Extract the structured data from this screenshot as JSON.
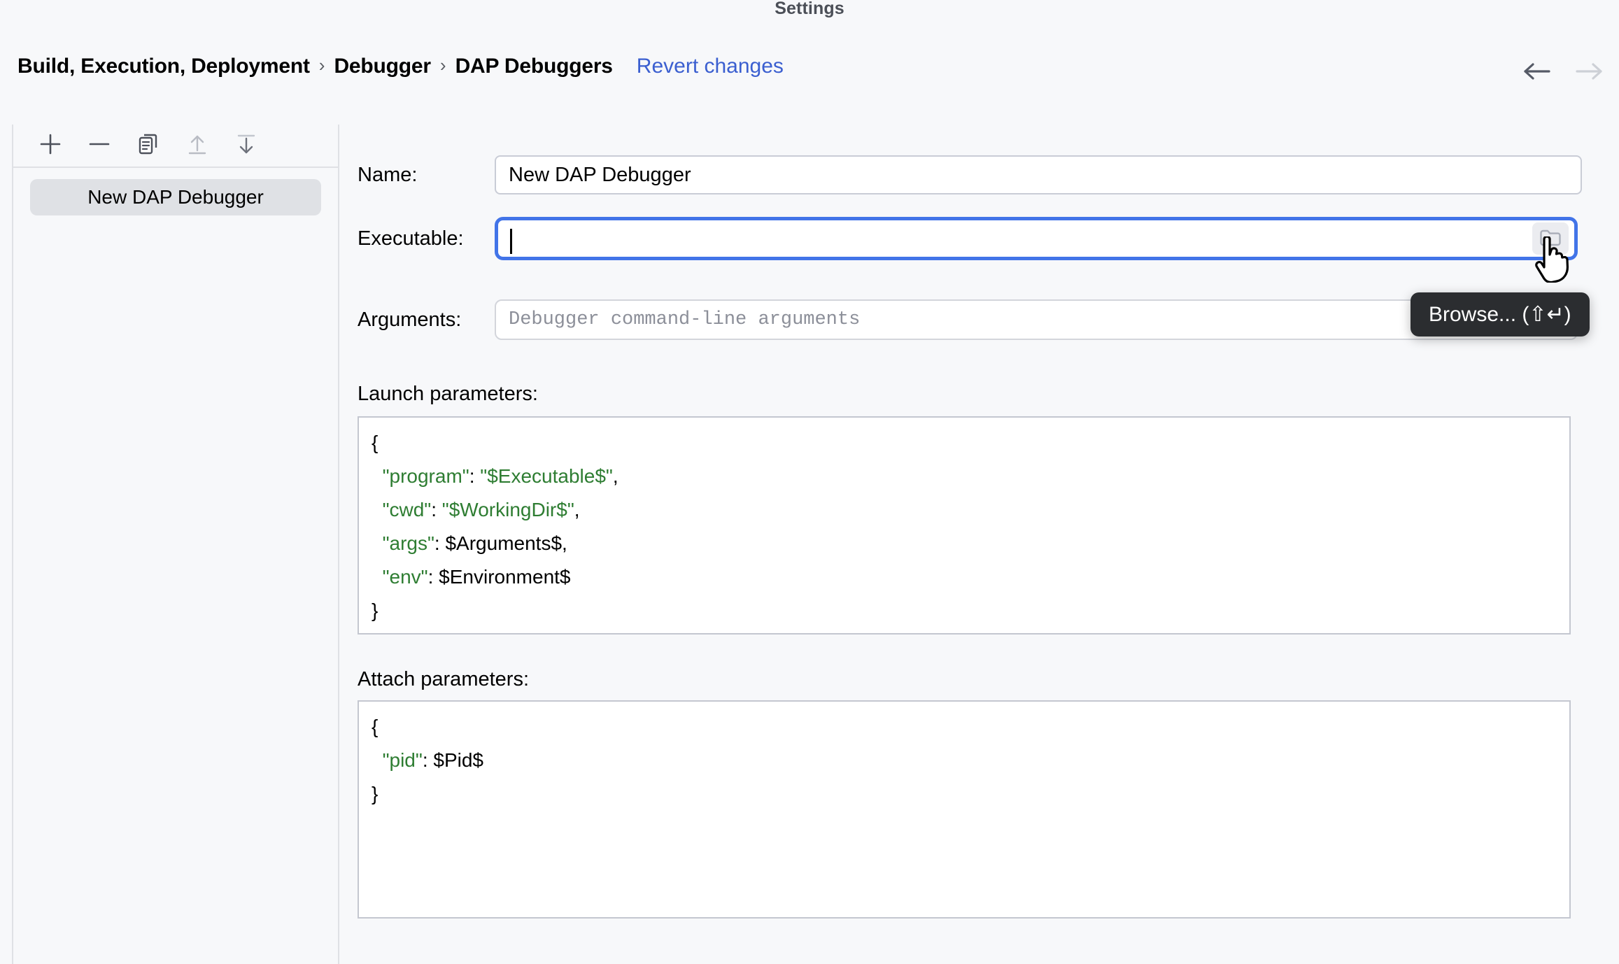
{
  "window": {
    "title": "Settings"
  },
  "breadcrumb": {
    "items": [
      "Build, Execution, Deployment",
      "Debugger",
      "DAP Debuggers"
    ],
    "separator": "›",
    "revert_label": "Revert changes"
  },
  "nav": {
    "back_icon": "arrow-left-icon",
    "forward_icon": "arrow-right-icon",
    "back_enabled": true,
    "forward_enabled": false,
    "back_color": "#555A66",
    "forward_color": "#CDD0D6"
  },
  "sidebar": {
    "toolbar": [
      {
        "name": "add-button",
        "icon": "plus-icon",
        "enabled": true
      },
      {
        "name": "remove-button",
        "icon": "minus-icon",
        "enabled": true
      },
      {
        "name": "copy-button",
        "icon": "copy-icon",
        "enabled": true
      },
      {
        "name": "import-button",
        "icon": "arrow-up-import-icon",
        "enabled": false
      },
      {
        "name": "export-button",
        "icon": "arrow-down-export-icon",
        "enabled": true
      }
    ],
    "items": [
      {
        "label": "New DAP Debugger",
        "selected": true
      }
    ],
    "selected_bg": "#DFE1E5"
  },
  "form": {
    "name": {
      "label": "Name:",
      "value": "New DAP Debugger",
      "placeholder": ""
    },
    "executable": {
      "label": "Executable:",
      "value": "",
      "placeholder": "",
      "focused": true,
      "focus_color": "#4274E8",
      "browse_icon": "folder-icon"
    },
    "arguments": {
      "label": "Arguments:",
      "value": "",
      "placeholder": "Debugger command-line arguments"
    },
    "launch_parameters": {
      "label": "Launch parameters:",
      "lines": [
        [
          {
            "t": "{",
            "c": "punct"
          }
        ],
        [
          {
            "t": "  ",
            "c": "punct"
          },
          {
            "t": "\"program\"",
            "c": "key"
          },
          {
            "t": ": ",
            "c": "punct"
          },
          {
            "t": "\"$Executable$\"",
            "c": "str"
          },
          {
            "t": ",",
            "c": "punct"
          }
        ],
        [
          {
            "t": "  ",
            "c": "punct"
          },
          {
            "t": "\"cwd\"",
            "c": "key"
          },
          {
            "t": ": ",
            "c": "punct"
          },
          {
            "t": "\"$WorkingDir$\"",
            "c": "str"
          },
          {
            "t": ",",
            "c": "punct"
          }
        ],
        [
          {
            "t": "  ",
            "c": "punct"
          },
          {
            "t": "\"args\"",
            "c": "key"
          },
          {
            "t": ": ",
            "c": "punct"
          },
          {
            "t": "$Arguments$",
            "c": "punct"
          },
          {
            "t": ",",
            "c": "punct"
          }
        ],
        [
          {
            "t": "  ",
            "c": "punct"
          },
          {
            "t": "\"env\"",
            "c": "key"
          },
          {
            "t": ": ",
            "c": "punct"
          },
          {
            "t": "$Environment$",
            "c": "punct"
          }
        ],
        [
          {
            "t": "}",
            "c": "punct"
          }
        ]
      ]
    },
    "attach_parameters": {
      "label": "Attach parameters:",
      "lines": [
        [
          {
            "t": "{",
            "c": "punct"
          }
        ],
        [
          {
            "t": "  ",
            "c": "punct"
          },
          {
            "t": "\"pid\"",
            "c": "key"
          },
          {
            "t": ": ",
            "c": "punct"
          },
          {
            "t": "$Pid$",
            "c": "punct"
          }
        ],
        [
          {
            "t": "}",
            "c": "punct"
          }
        ]
      ]
    }
  },
  "tooltip": {
    "text": "Browse... (⇧↵)"
  },
  "colors": {
    "page_bg": "#F7F8FA",
    "panel_border": "#DFE1E5",
    "link_blue": "#3B5FD0",
    "json_green": "#2E7D32",
    "tooltip_bg": "#2B2D30"
  }
}
